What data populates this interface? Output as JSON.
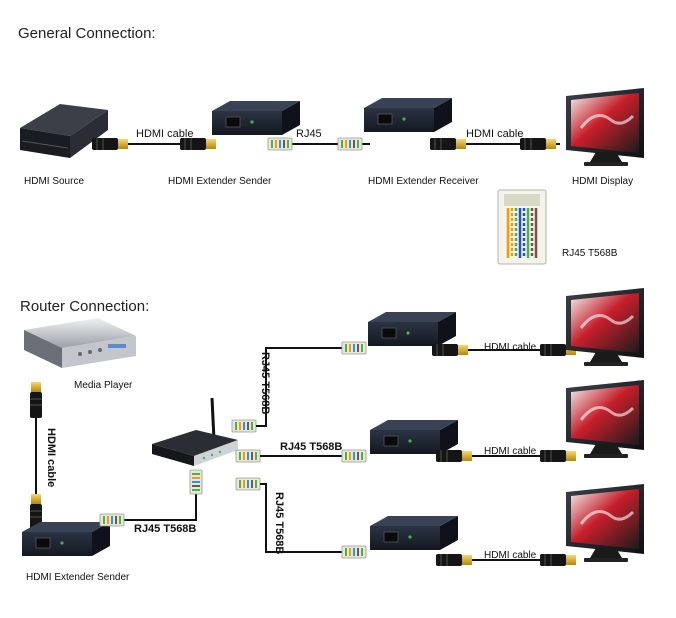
{
  "headings": {
    "general": "General Connection:",
    "router": "Router Connection:"
  },
  "general": {
    "source_label": "HDMI Source",
    "sender_label": "HDMI Extender Sender",
    "receiver_label": "HDMI Extender Receiver",
    "display_label": "HDMI Display",
    "hdmi_cable_1": "HDMI cable",
    "rj45": "RJ45",
    "hdmi_cable_2": "HDMI cable",
    "plug_label": "RJ45 T568B"
  },
  "router": {
    "media_player_label": "Media Player",
    "vertical_hdmi": "HDMI cable",
    "sender_label": "HDMI Extender Sender",
    "rj45_to_router": "RJ45 T568B",
    "rj45_top": "RJ45 T568B",
    "rj45_middle": "RJ45 T568B",
    "rj45_bottom": "RJ45 T568B",
    "hdmi_top": "HDMI cable",
    "hdmi_middle": "HDMI cable",
    "hdmi_bottom": "HDMI cable"
  },
  "colors": {
    "device_dark": "#1e2430",
    "cable": "#111111",
    "hdmi_gold": "#d4a017",
    "rj45_green": "#4caf50",
    "screen_red": "#c0202a"
  }
}
